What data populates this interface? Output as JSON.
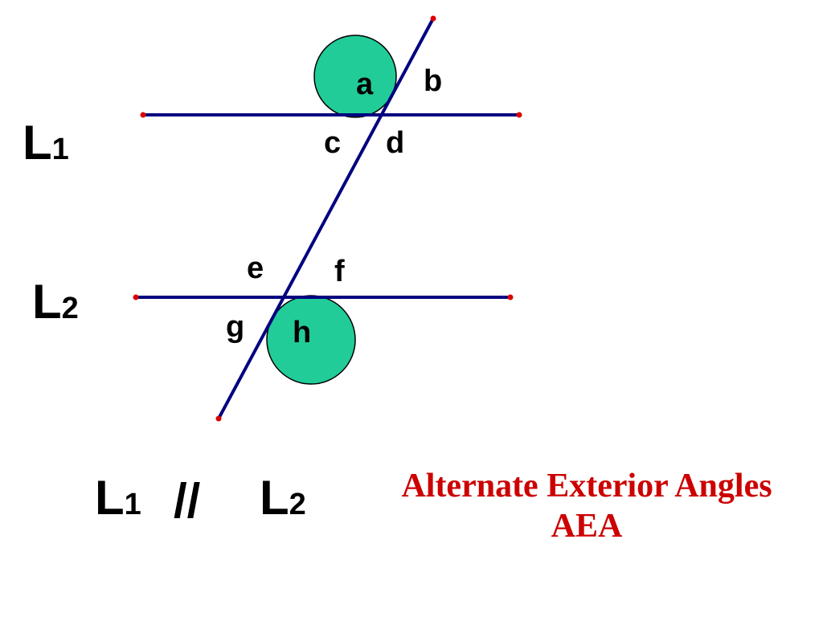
{
  "angle_labels": {
    "a": "a",
    "b": "b",
    "c": "c",
    "d": "d",
    "e": "e",
    "f": "f",
    "g": "g",
    "h": "h"
  },
  "line_names": {
    "l1_letter": "L",
    "l1_sub": "1",
    "l2_letter": "L",
    "l2_sub": "2"
  },
  "statement": {
    "left_letter": "L",
    "left_sub": "1",
    "symbol": "//",
    "right_letter": "L",
    "right_sub": "2"
  },
  "caption": {
    "line1": "Alternate Exterior Angles",
    "line2": "AEA"
  },
  "colors": {
    "line": "#000080",
    "endpoint": "#dd0000",
    "angle_fill": "#22cc99",
    "caption": "#cc0000"
  }
}
